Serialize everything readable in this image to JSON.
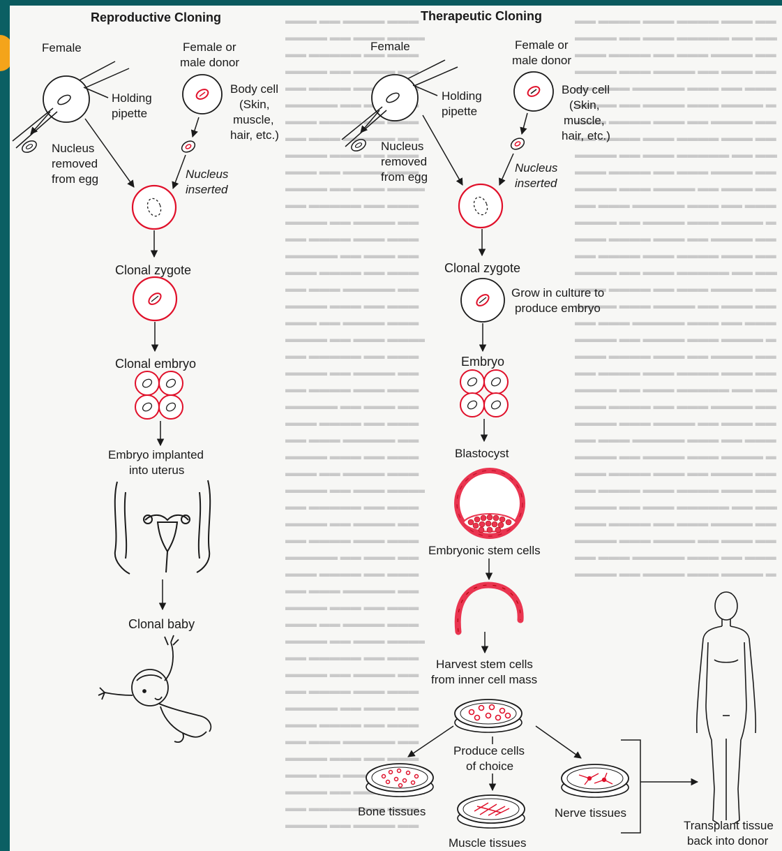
{
  "colors": {
    "background": "#0b5f63",
    "accent": "#f4a41a",
    "cell_red": "#e0102a",
    "stem_fill": "#ea3550",
    "ink": "#1a1a1a"
  },
  "reproductive": {
    "title": "Reproductive Cloning",
    "female": "Female",
    "donor": [
      "Female or",
      "male donor"
    ],
    "holding": [
      "Holding",
      "pipette"
    ],
    "body_cell": [
      "Body cell",
      "(Skin,",
      "muscle,",
      "hair, etc.)"
    ],
    "nucleus_removed": [
      "Nucleus",
      "removed",
      "from egg"
    ],
    "nucleus_inserted": [
      "Nucleus",
      "inserted"
    ],
    "clonal_zygote": "Clonal zygote",
    "clonal_embryo": "Clonal embryo",
    "implanted": [
      "Embryo implanted",
      "into uterus"
    ],
    "baby": "Clonal baby"
  },
  "therapeutic": {
    "title": "Therapeutic Cloning",
    "female": "Female",
    "donor": [
      "Female or",
      "male donor"
    ],
    "holding": [
      "Holding",
      "pipette"
    ],
    "body_cell": [
      "Body cell",
      "(Skin,",
      "muscle,",
      "hair, etc.)"
    ],
    "nucleus_removed": [
      "Nucleus",
      "removed",
      "from egg"
    ],
    "nucleus_inserted": [
      "Nucleus",
      "inserted"
    ],
    "clonal_zygote": "Clonal zygote",
    "grow": [
      "Grow in culture to",
      "produce embryo"
    ],
    "embryo": "Embryo",
    "blastocyst": "Blastocyst",
    "stem_cells": "Embryonic stem cells",
    "harvest": [
      "Harvest stem cells",
      "from inner cell mass"
    ],
    "produce": [
      "Produce cells",
      "of choice"
    ],
    "bone": "Bone tissues",
    "nerve": "Nerve tissues",
    "muscle": "Muscle tissues",
    "transplant": [
      "Transplant tissue",
      "back into donor"
    ]
  }
}
